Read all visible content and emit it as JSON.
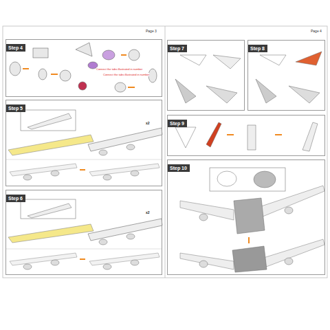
{
  "diagram": {
    "nodes": [
      {
        "text": [
          "Step 4"
        ]
      },
      {
        "text": [
          "Step 5"
        ]
      },
      {
        "text": [
          "Step 6"
        ]
      },
      {
        "text": [
          "Step 7"
        ]
      },
      {
        "text": [
          "Step 8"
        ]
      },
      {
        "text": [
          "Step 9"
        ]
      },
      {
        "text": [
          "Step 10"
        ]
      }
    ],
    "edges": [],
    "labels": [
      "Page 3",
      "Page 4",
      "Connect the tabs illustrated in number",
      "Connect the tabs illustrated in number",
      "x2",
      "x2"
    ]
  }
}
